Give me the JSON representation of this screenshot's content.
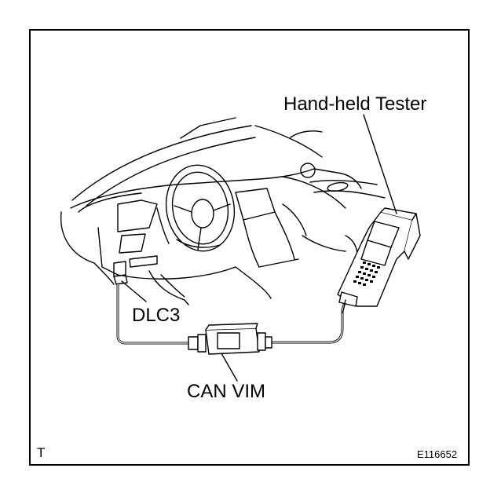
{
  "labels": {
    "tester": "Hand-held Tester",
    "dlc": "DLC3",
    "vim": "CAN VIM",
    "corner": "T",
    "figure_code": "E116652"
  }
}
